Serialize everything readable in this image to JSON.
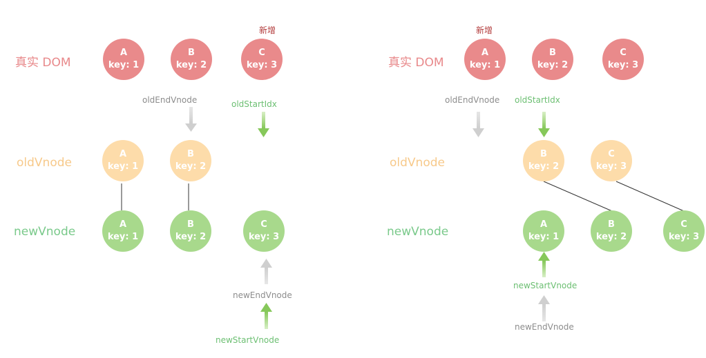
{
  "row_labels": {
    "real_dom": "真实 DOM",
    "old_vnode": "oldVnode",
    "new_vnode": "newVnode"
  },
  "node_text": {
    "a": "A",
    "b": "B",
    "c": "C",
    "key1": "key: 1",
    "key2": "key: 2",
    "key3": "key: 3"
  },
  "pointers": {
    "old_end": "oldEndVnode",
    "old_start_idx": "oldStartIdx",
    "new_end": "newEndVnode",
    "new_start": "newStartVnode",
    "added": "新增"
  },
  "colors": {
    "real_dom": "#e98a8b",
    "old_vnode": "#fddcaa",
    "new_vnode": "#a8d98c",
    "pointer_gray": "#cccccc",
    "pointer_green": "#8bcc62",
    "added_label": "#b23a3a"
  }
}
